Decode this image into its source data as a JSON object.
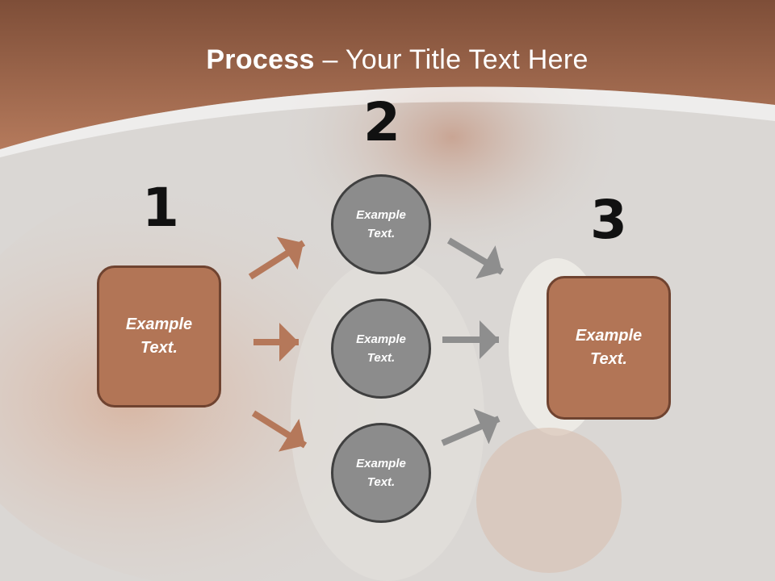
{
  "title": {
    "bold": "Process",
    "rest": " – Your Title Text Here"
  },
  "steps": {
    "one": "1",
    "two": "2",
    "three": "3"
  },
  "left_box": {
    "text": "Example\nText."
  },
  "right_box": {
    "text": "Example\nText."
  },
  "circles": [
    {
      "text": "Example\nText."
    },
    {
      "text": "Example\nText."
    },
    {
      "text": "Example\nText."
    }
  ],
  "colors": {
    "brown": "#b27556",
    "brown_dark": "#6f4330",
    "gray": "#8c8c8c",
    "arrow_brown": "#b5785a",
    "arrow_gray": "#8e8e8e"
  }
}
